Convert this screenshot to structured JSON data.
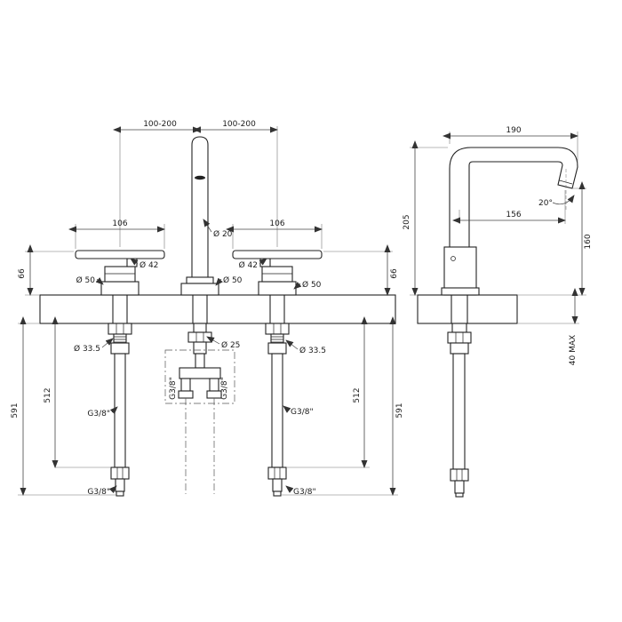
{
  "page": {
    "background": "#ffffff",
    "line_color": "#222222"
  },
  "front_view": {
    "span_left": "100-200",
    "span_right": "100-200",
    "lever_width": "106",
    "spout_diameter": "Ø 20",
    "handle_diameter": "Ø 42",
    "base_diameter": "Ø 50",
    "height_above_deck": "66",
    "hole_diameter": "Ø 33.5",
    "center_hole_diameter": "Ø 25",
    "hose_length": "512",
    "overall_under_length": "591",
    "thread": "G3/8\""
  },
  "side_view": {
    "reach": "190",
    "height_above_deck": "205",
    "outlet_projection": "156",
    "outlet_height": "160",
    "outlet_angle": "20°",
    "max_deck_thickness": "40 MAX"
  }
}
